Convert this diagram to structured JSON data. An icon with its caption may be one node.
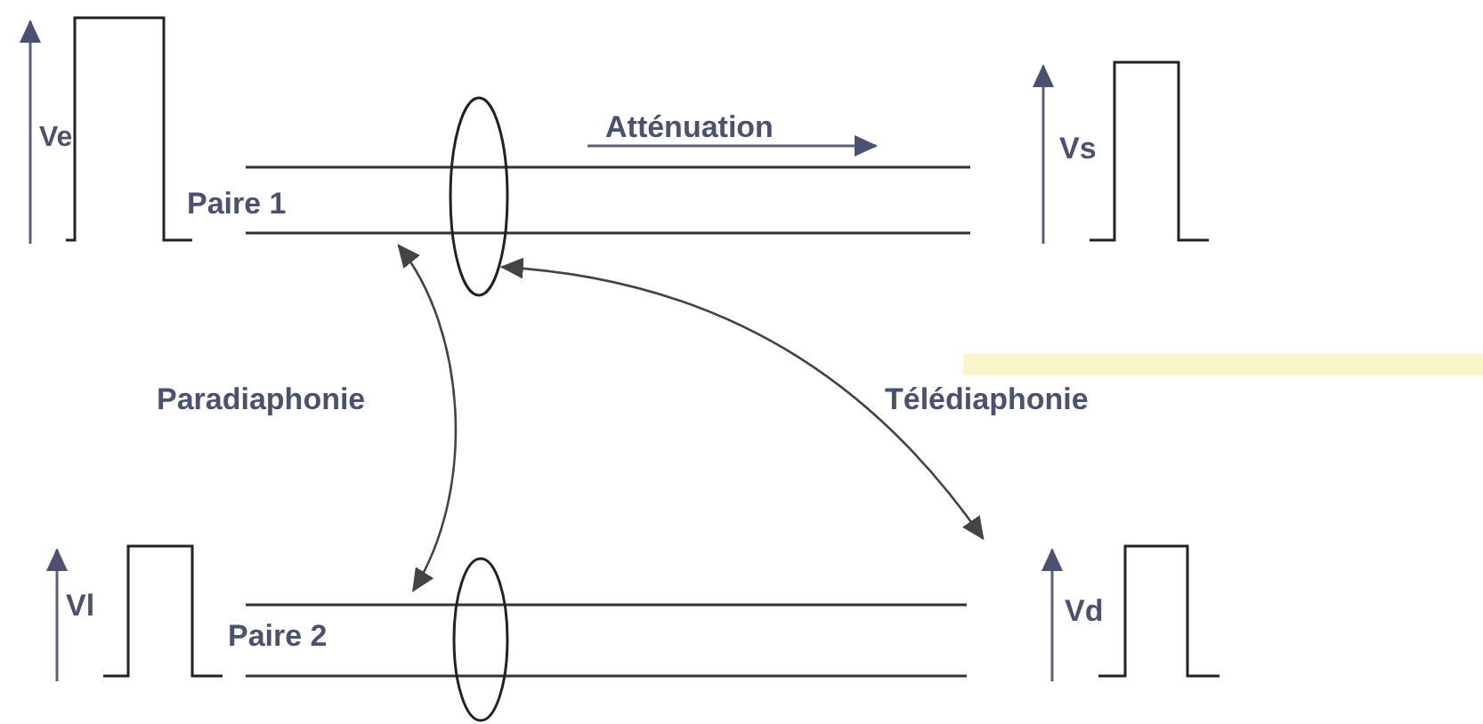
{
  "diagram": {
    "nodes": [
      {
        "text": [
          "Ve"
        ]
      },
      {
        "text": [
          "Paire 1"
        ]
      },
      {
        "text": [],
        "shape": "ellipse"
      },
      {
        "text": [
          "Vs"
        ]
      },
      {
        "text": [
          "Vl"
        ]
      },
      {
        "text": [
          "Paire 2"
        ]
      },
      {
        "text": [],
        "shape": "ellipse"
      },
      {
        "text": [
          "Vd"
        ]
      }
    ],
    "edges": [
      {
        "from": 1,
        "to": 5,
        "arrow": "both",
        "label": "Paradiaphonie"
      },
      {
        "from": 2,
        "to": 7,
        "arrow": "both",
        "label": "Télédiaphonie"
      }
    ],
    "labels": [
      "Atténuation"
    ]
  }
}
